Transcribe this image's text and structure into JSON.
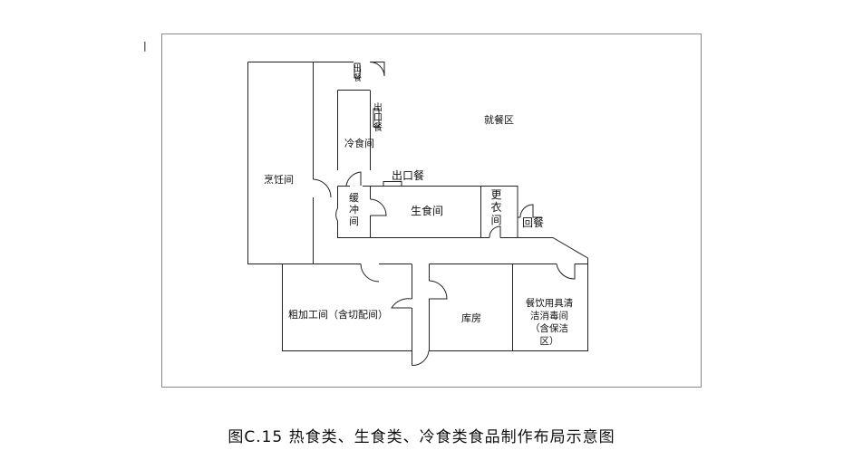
{
  "diagram": {
    "caption": "图C.15 热食类、生食类、冷食类食品制作布局示意图",
    "corner_mark": "|",
    "rooms": {
      "cooking": "烹饪间",
      "cold_food": "冷食间",
      "buffer_room": "缓冲间",
      "raw_food": "生食间",
      "changing_room": "更衣间",
      "dining_area": "就餐区",
      "rough_processing": "粗加工间（含切配间）",
      "storage": "库房",
      "utensil_cleaning": "餐饮用具清洁消毒间（含保洁区）"
    },
    "windows": {
      "serving_top": "出餐",
      "serving_cold": "出口餐",
      "serving_raw": "出口餐",
      "return": "回餐"
    }
  }
}
